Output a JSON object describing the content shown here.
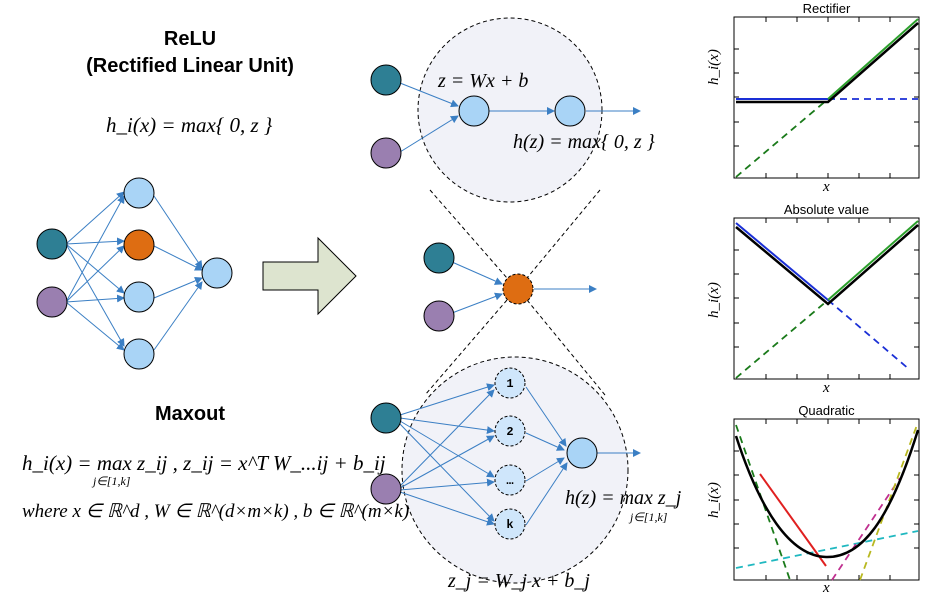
{
  "relu": {
    "title_line1": "ReLU",
    "title_line2": "(Rectified Linear Unit)",
    "formula": "h_i(x) = max{ 0, z }"
  },
  "maxout": {
    "title": "Maxout",
    "formula_main": "h_i(x) = max z_ij ,   z_ij = x^T W_...ij + b_ij",
    "formula_sub": "j∈[1,k]",
    "formula_where": "where x ∈ ℝ^d , W ∈ ℝ^(d×m×k) , b ∈ ℝ^(m×k)"
  },
  "zoom": {
    "top_linear": "z = Wx + b",
    "top_activation": "h(z) = max{ 0, z }",
    "bottom_activation": "h(z) = max z_j",
    "bottom_activation_sub": "j∈[1,k]",
    "bottom_linear": "z_j = W_j x + b_j",
    "units": [
      "1",
      "2",
      "…",
      "k"
    ]
  },
  "colors": {
    "teal": "#2e7f94",
    "purple": "#9a7fb0",
    "orange": "#de6d12",
    "lightblue": "#a9d4f6",
    "edge": "#3b7fc4",
    "arrow_fill": "#dde4cf"
  },
  "plots": [
    {
      "title": "Rectifier",
      "ylabel": "h_i(x)",
      "xlabel": "x"
    },
    {
      "title": "Absolute value",
      "ylabel": "h_i(x)",
      "xlabel": "x"
    },
    {
      "title": "Quadratic",
      "ylabel": "h_i(x)",
      "xlabel": "x"
    }
  ]
}
